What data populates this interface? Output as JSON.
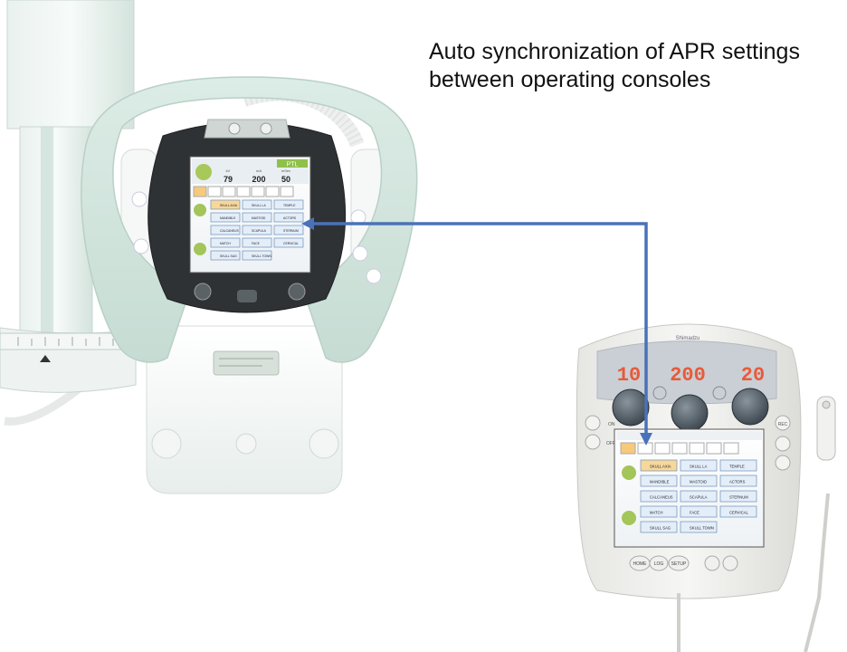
{
  "caption": {
    "line1": "Auto synchronization of APR settings",
    "line2": "between operating consoles"
  },
  "left_screen": {
    "mode": "PTL",
    "kv": "79",
    "ma": "200",
    "ms": "50",
    "kv_label": "kV",
    "ma_label": "mA",
    "ms_label": "mSec"
  },
  "right_console": {
    "display_left": "10",
    "display_mid": "200",
    "display_right": "20",
    "brand": "Shimadzu",
    "btn_on": "ON",
    "btn_off": "OFF",
    "btn_rec": "REC",
    "btn_home": "HOME",
    "btn_log": "LOG",
    "btn_setup": "SETUP"
  },
  "apr_items": [
    "SKULL AXIA",
    "SKULL LA",
    "TEMPLE",
    "MANDIBLE",
    "MASTOID",
    "ACTORS",
    "CALCANEUS",
    "SCAPULA",
    "STERNUM",
    "MATCH",
    "FACE",
    "CERVICAL",
    "SKULL SAG",
    "SKULL TOWN"
  ],
  "colors": {
    "arrow": "#4a72b8",
    "device_teal": "#dcebe6",
    "display_red": "#e85a3a"
  }
}
